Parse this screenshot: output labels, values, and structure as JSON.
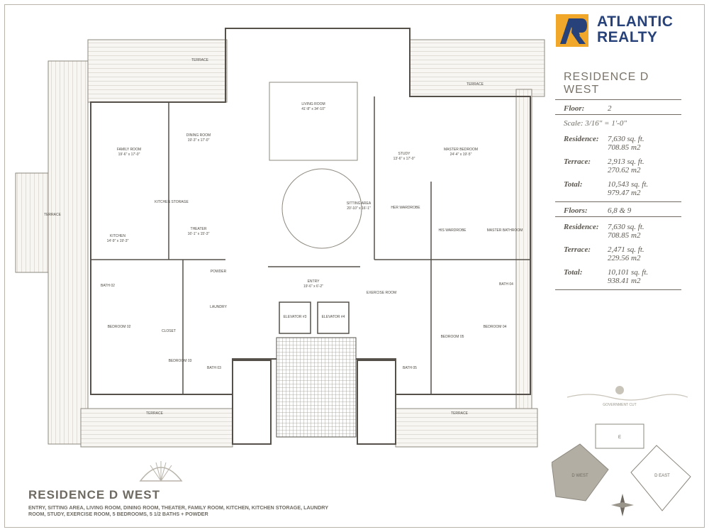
{
  "brand": {
    "line1": "ATLANTIC",
    "line2": "REALTY",
    "colors": {
      "blue": "#27427a",
      "gold": "#f0a72a",
      "ink": "#6e6a62"
    }
  },
  "spec": {
    "title": "RESIDENCE D WEST",
    "floor_label": "Floor:",
    "floor_value": "2",
    "scale": "Scale: 3/16\" = 1'-0\"",
    "group1": {
      "residence_label": "Residence:",
      "residence_sqft": "7,630 sq. ft.",
      "residence_m2": "708.85 m2",
      "terrace_label": "Terrace:",
      "terrace_sqft": "2,913 sq. ft.",
      "terrace_m2": "270.62 m2",
      "total_label": "Total:",
      "total_sqft": "10,543 sq. ft.",
      "total_m2": "979.47 m2"
    },
    "floors_label": "Floors:",
    "floors_value": "6,8 & 9",
    "group2": {
      "residence_label": "Residence:",
      "residence_sqft": "7,630 sq. ft.",
      "residence_m2": "708.85 m2",
      "terrace_label": "Terrace:",
      "terrace_sqft": "2,471 sq. ft.",
      "terrace_m2": "229.56 m2",
      "total_label": "Total:",
      "total_sqft": "10,101 sq. ft.",
      "total_m2": "938.41 m2"
    }
  },
  "plan_labels": {
    "terrace": "TERRACE",
    "living": "LIVING ROOM",
    "living_dim": "41'-8\" x 34'-10\"",
    "dining": "DINING ROOM",
    "dining_dim": "19'-3\" x 17'-0\"",
    "family": "FAMILY ROOM",
    "family_dim": "19'-6\" x 17'-0\"",
    "kitchen": "KITCHEN",
    "kitchen_dim": "14'-9\" x 19'-3\"",
    "kitchen_storage": "KITCHEN STORAGE",
    "theater": "THEATER",
    "theater_dim": "16'-1\" x 15'-3\"",
    "study": "STUDY",
    "study_dim": "13'-6\" x 17'-0\"",
    "master_bedroom": "MASTER BEDROOM",
    "master_dim": "24'-4\" x 19'-5\"",
    "sitting": "SITTING AREA",
    "sitting_dim": "20'-10\" x 16'-1\"",
    "her_wardrobe": "HER WARDROBE",
    "his_wardrobe": "HIS WARDROBE",
    "master_bath": "MASTER BATHROOM",
    "entry": "ENTRY",
    "entry_dim": "19'-6\" x 6'-2\"",
    "powder": "POWDER",
    "laundry": "LAUNDRY",
    "exercise": "EXERCISE ROOM",
    "elevator3": "ELEVATOR #3",
    "elevator4": "ELEVATOR #4",
    "closet": "CLOSET",
    "bath2": "BATH 02",
    "bath3": "BATH 03",
    "bath4": "BATH 04",
    "bath5": "BATH 05",
    "bedroom2": "BEDROOM 02",
    "bedroom3": "BEDROOM 03",
    "bedroom4": "BEDROOM 04",
    "bedroom5": "BEDROOM 05"
  },
  "footer": {
    "title": "RESIDENCE D WEST",
    "description": "ENTRY, SITTING AREA, LIVING ROOM, DINING ROOM, THEATER, FAMILY ROOM, KITCHEN, KITCHEN STORAGE, LAUNDRY ROOM, STUDY, EXERCISE ROOM, 5 BEDROOMS, 5 1/2 BATHS + POWDER"
  },
  "developer": {
    "name": "GOVERNMENT CUT"
  },
  "keyplan": {
    "e": "E",
    "dwest": "D WEST",
    "deast": "D EAST"
  }
}
